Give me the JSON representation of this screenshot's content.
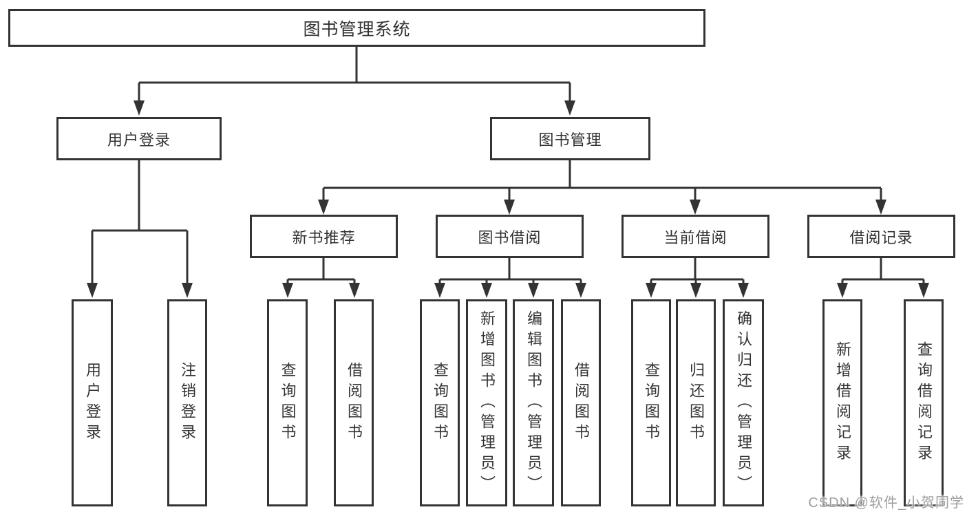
{
  "diagram": {
    "title_node": {
      "label": "图书管理系统"
    },
    "level2": [
      {
        "label": "用户登录"
      },
      {
        "label": "图书管理"
      }
    ],
    "level3": [
      {
        "label": "新书推荐",
        "parent": "图书管理"
      },
      {
        "label": "图书借阅",
        "parent": "图书管理"
      },
      {
        "label": "当前借阅",
        "parent": "图书管理"
      },
      {
        "label": "借阅记录",
        "parent": "图书管理"
      }
    ],
    "leaves": [
      {
        "label": "用户登录",
        "parent": "用户登录"
      },
      {
        "label": "注销登录",
        "parent": "用户登录"
      },
      {
        "label": "查询图书",
        "parent": "新书推荐"
      },
      {
        "label": "借阅图书",
        "parent": "新书推荐"
      },
      {
        "label": "查询图书",
        "parent": "图书借阅"
      },
      {
        "label": "新增图书（管理员）",
        "parent": "图书借阅"
      },
      {
        "label": "编辑图书（管理员）",
        "parent": "图书借阅"
      },
      {
        "label": "借阅图书",
        "parent": "图书借阅"
      },
      {
        "label": "查询图书",
        "parent": "当前借阅"
      },
      {
        "label": "归还图书",
        "parent": "当前借阅"
      },
      {
        "label": "确认归还（管理员）",
        "parent": "当前借阅"
      },
      {
        "label": "新增借阅记录",
        "parent": "借阅记录"
      },
      {
        "label": "查询借阅记录",
        "parent": "借阅记录"
      }
    ],
    "colors": {
      "line": "#333333",
      "text": "#333333",
      "background": "#ffffff"
    }
  },
  "watermark": {
    "text": "CSDN @软件_小贺同学",
    "color": "#9e9e9e"
  }
}
